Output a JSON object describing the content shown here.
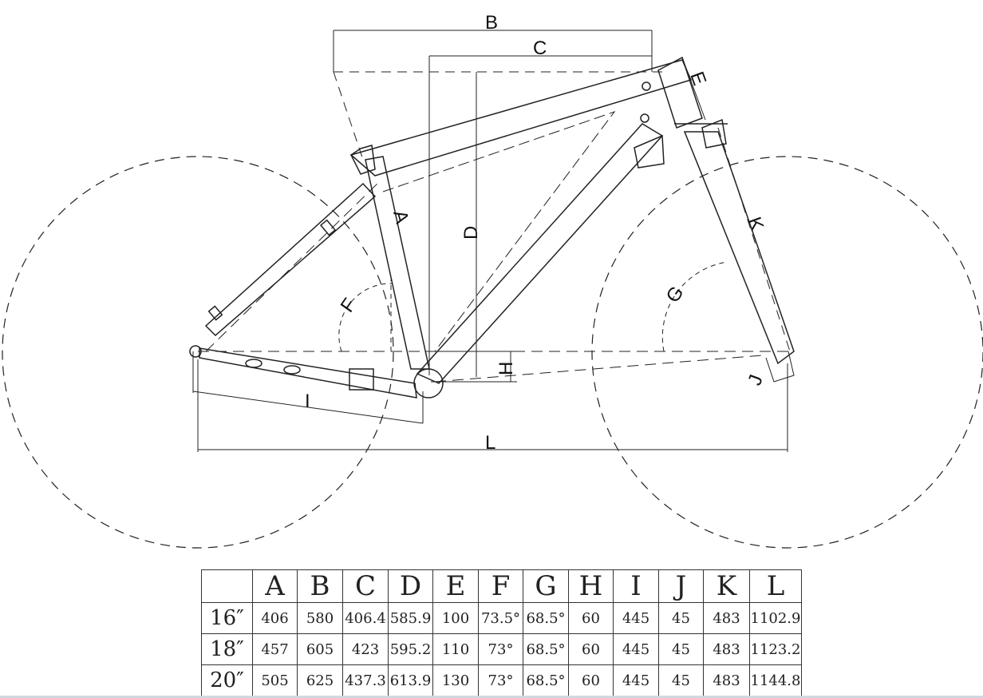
{
  "diagram": {
    "labels": [
      "A",
      "B",
      "C",
      "D",
      "E",
      "F",
      "G",
      "H",
      "I",
      "J",
      "K",
      "L"
    ]
  },
  "table": {
    "headers": [
      "",
      "A",
      "B",
      "C",
      "D",
      "E",
      "F",
      "G",
      "H",
      "I",
      "J",
      "K",
      "L"
    ],
    "rows": [
      [
        "16″",
        "406",
        "580",
        "406.4",
        "585.9",
        "100",
        "73.5°",
        "68.5°",
        "60",
        "445",
        "45",
        "483",
        "1102.9"
      ],
      [
        "18″",
        "457",
        "605",
        "423",
        "595.2",
        "110",
        "73°",
        "68.5°",
        "60",
        "445",
        "45",
        "483",
        "1123.2"
      ],
      [
        "20″",
        "505",
        "625",
        "437.3",
        "613.9",
        "130",
        "73°",
        "68.5°",
        "60",
        "445",
        "45",
        "483",
        "1144.8"
      ]
    ]
  },
  "colors": {
    "line": "#222222",
    "table_border": "#333333"
  }
}
